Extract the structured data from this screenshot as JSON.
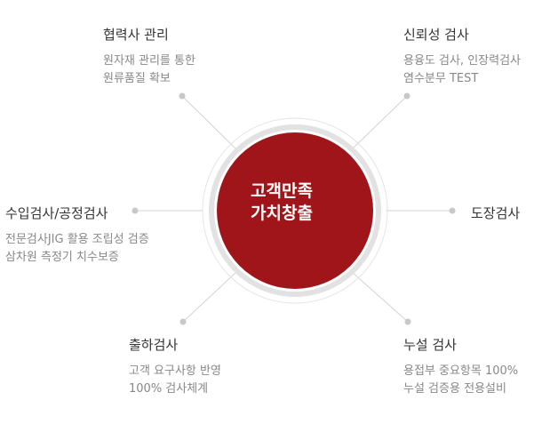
{
  "center": {
    "line1": "고객만족",
    "line2": "가치창출",
    "color": "#a01519"
  },
  "nodes": [
    {
      "title": "협력사 관리",
      "desc": [
        "원자재 관리를 통한",
        "원류품질 확보"
      ]
    },
    {
      "title": "신뢰성 검사",
      "desc": [
        "용융도 검사, 인장력검사",
        "염수분무 TEST"
      ]
    },
    {
      "title": "수입검사/공정검사",
      "desc": [
        "전문검사JIG 활용 조립성 검증",
        "삼차원 측정기 치수보증"
      ]
    },
    {
      "title": "도장검사",
      "desc": []
    },
    {
      "title": "출하검사",
      "desc": [
        "고객 요구사항 반영",
        "100% 검사체계"
      ]
    },
    {
      "title": "누설 검사",
      "desc": [
        "용접부 중요항목 100%",
        "누설 검증용 전용설비"
      ]
    }
  ]
}
